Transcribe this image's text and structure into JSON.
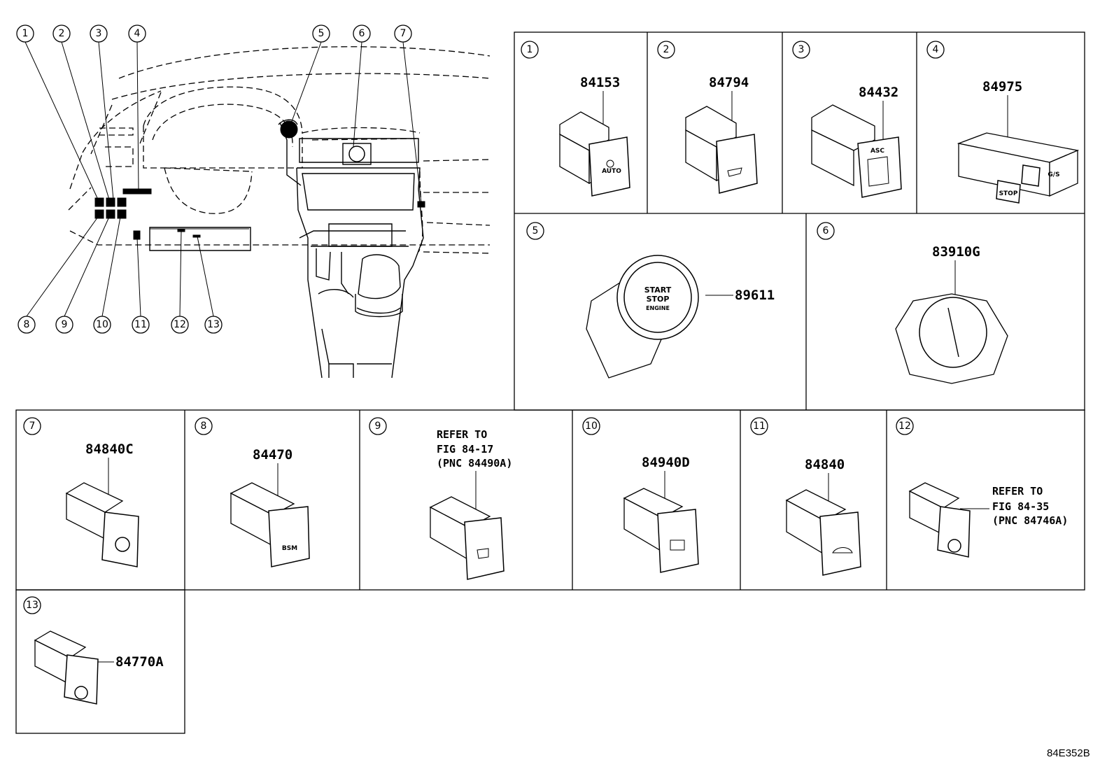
{
  "diagram_code": "84E352B",
  "callouts": [
    "1",
    "2",
    "3",
    "4",
    "5",
    "6",
    "7",
    "8",
    "9",
    "10",
    "11",
    "12",
    "13"
  ],
  "cells": [
    {
      "num": "1",
      "part": "84153"
    },
    {
      "num": "2",
      "part": "84794"
    },
    {
      "num": "3",
      "part": "84432"
    },
    {
      "num": "4",
      "part": "84975"
    },
    {
      "num": "5",
      "part": "89611"
    },
    {
      "num": "6",
      "part": "83910G"
    },
    {
      "num": "7",
      "part": "84840C"
    },
    {
      "num": "8",
      "part": "84470"
    },
    {
      "num": "9",
      "ref": [
        "REFER TO",
        "FIG 84-17",
        "(PNC 84490A)"
      ]
    },
    {
      "num": "10",
      "part": "84940D"
    },
    {
      "num": "11",
      "part": "84840"
    },
    {
      "num": "12",
      "ref": [
        "REFER TO",
        "FIG 84-35",
        "(PNC 84746A)"
      ]
    },
    {
      "num": "13",
      "part": "84770A"
    }
  ],
  "face_text": {
    "start_line1": "START",
    "start_line2": "STOP",
    "start_line3": "ENGINE",
    "auto": "AUTO",
    "asc": "ASC",
    "bsm": "BSM",
    "gs": "G/S",
    "stop": "STOP"
  }
}
